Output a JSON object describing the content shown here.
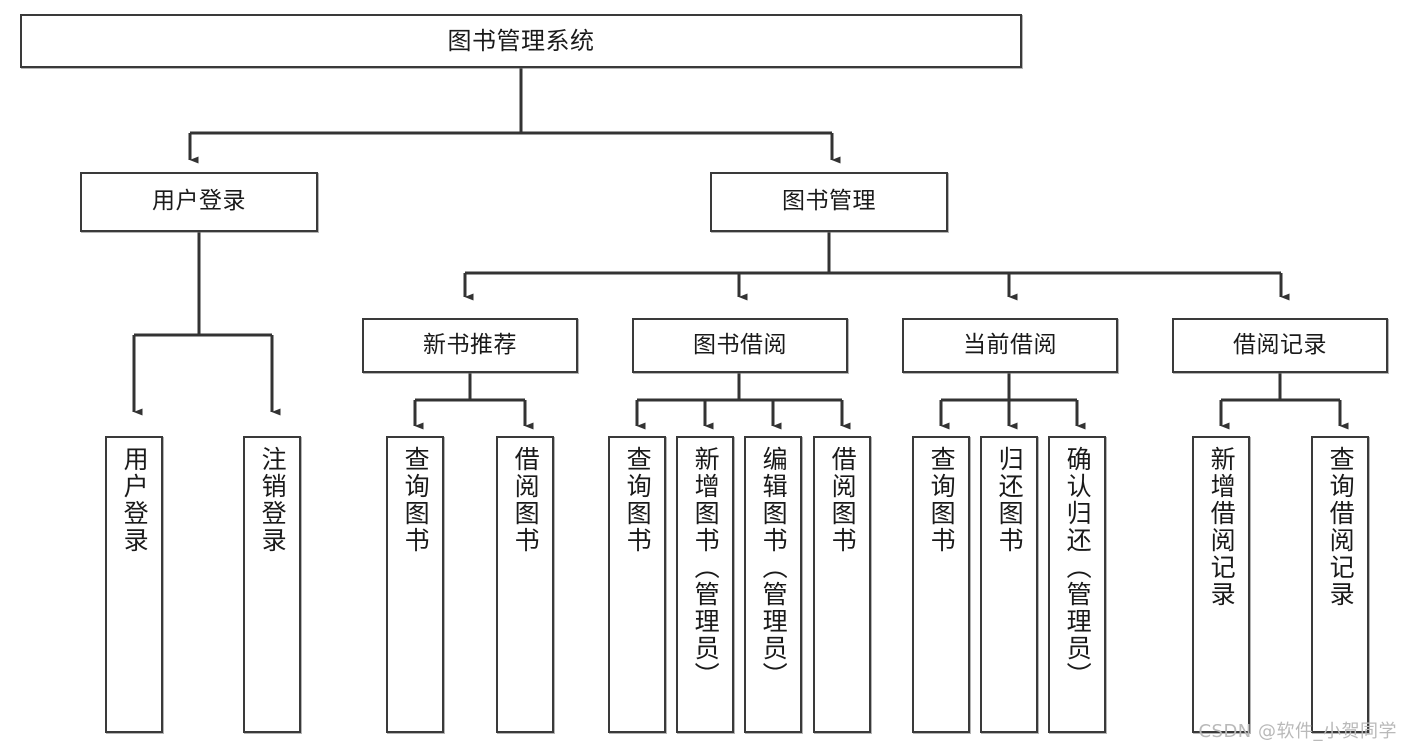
{
  "diagram": {
    "title": "图书管理系统",
    "type": "功能结构图",
    "watermark": "CSDN @软件_小贺同学",
    "colors": {
      "background": "#ffffff",
      "box_border": "#3a3a3a",
      "box_fill": "#ffffff",
      "connector": "#333333",
      "text": "#1a1a1a",
      "watermark": "#b9b9b9"
    },
    "levels": {
      "root": {
        "label": "图书管理系统"
      },
      "level1": [
        {
          "id": "user-login",
          "label": "用户登录"
        },
        {
          "id": "book-management",
          "label": "图书管理"
        }
      ],
      "level2": [
        {
          "id": "new-book-recommend",
          "label": "新书推荐",
          "parent": "book-management"
        },
        {
          "id": "book-borrow",
          "label": "图书借阅",
          "parent": "book-management"
        },
        {
          "id": "current-borrow",
          "label": "当前借阅",
          "parent": "book-management"
        },
        {
          "id": "borrow-record",
          "label": "借阅记录",
          "parent": "book-management"
        }
      ],
      "leaves": [
        {
          "id": "leaf-user-login",
          "label": "用户登录",
          "parent": "user-login"
        },
        {
          "id": "leaf-logout",
          "label": "注销登录",
          "parent": "user-login"
        },
        {
          "id": "leaf-query-book-1",
          "label": "查询图书",
          "parent": "new-book-recommend"
        },
        {
          "id": "leaf-borrow-book-1",
          "label": "借阅图书",
          "parent": "new-book-recommend"
        },
        {
          "id": "leaf-query-book-2",
          "label": "查询图书",
          "parent": "book-borrow"
        },
        {
          "id": "leaf-add-book",
          "label": "新增图书（管理员）",
          "parent": "book-borrow"
        },
        {
          "id": "leaf-edit-book",
          "label": "编辑图书（管理员）",
          "parent": "book-borrow"
        },
        {
          "id": "leaf-borrow-book-2",
          "label": "借阅图书",
          "parent": "book-borrow"
        },
        {
          "id": "leaf-query-book-3",
          "label": "查询图书",
          "parent": "current-borrow"
        },
        {
          "id": "leaf-return-book",
          "label": "归还图书",
          "parent": "current-borrow"
        },
        {
          "id": "leaf-confirm-return",
          "label": "确认归还（管理员）",
          "parent": "current-borrow"
        },
        {
          "id": "leaf-add-record",
          "label": "新增借阅记录",
          "parent": "borrow-record"
        },
        {
          "id": "leaf-query-record",
          "label": "查询借阅记录",
          "parent": "borrow-record"
        }
      ]
    }
  }
}
